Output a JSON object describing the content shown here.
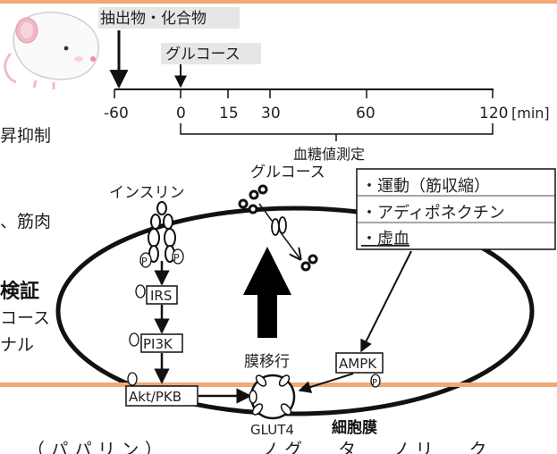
{
  "timeline": {
    "extract_label": "抽出物・化合物",
    "glucose_label": "グルコース",
    "ticks": [
      "-60",
      "0",
      "15",
      "30",
      "60",
      "120"
    ],
    "unit": "[min]",
    "measurement_label": "血糖値測定"
  },
  "left_fragments": {
    "line1": "昇抑制",
    "line2": "、筋肉",
    "heading": "検証",
    "line3": "コース",
    "line4": "ナル"
  },
  "cell": {
    "insulin_label": "インスリン",
    "glucose_label": "グルコース",
    "irs_label": "IRS",
    "pi3k_label": "PI3K",
    "akt_label": "Akt/PKB",
    "translocation_label": "膜移行",
    "glut4_label": "GLUT4",
    "membrane_label": "細胞膜",
    "ampk_label": "AMPK",
    "phospho_symbol": "P"
  },
  "stimuli": {
    "items": [
      "・運動（筋収縮）",
      "・アディポネクチン",
      "・虚血"
    ]
  },
  "bottom_fragment": "（ パ パ リ ン ）　　　　　　ノ グ　　タ　　ノ リ　　ク",
  "colors": {
    "accent_orange": "#f0a877",
    "label_highlight": "#e6e6e6",
    "line": "#111111",
    "mouse_ear": "#f3b8c6"
  }
}
